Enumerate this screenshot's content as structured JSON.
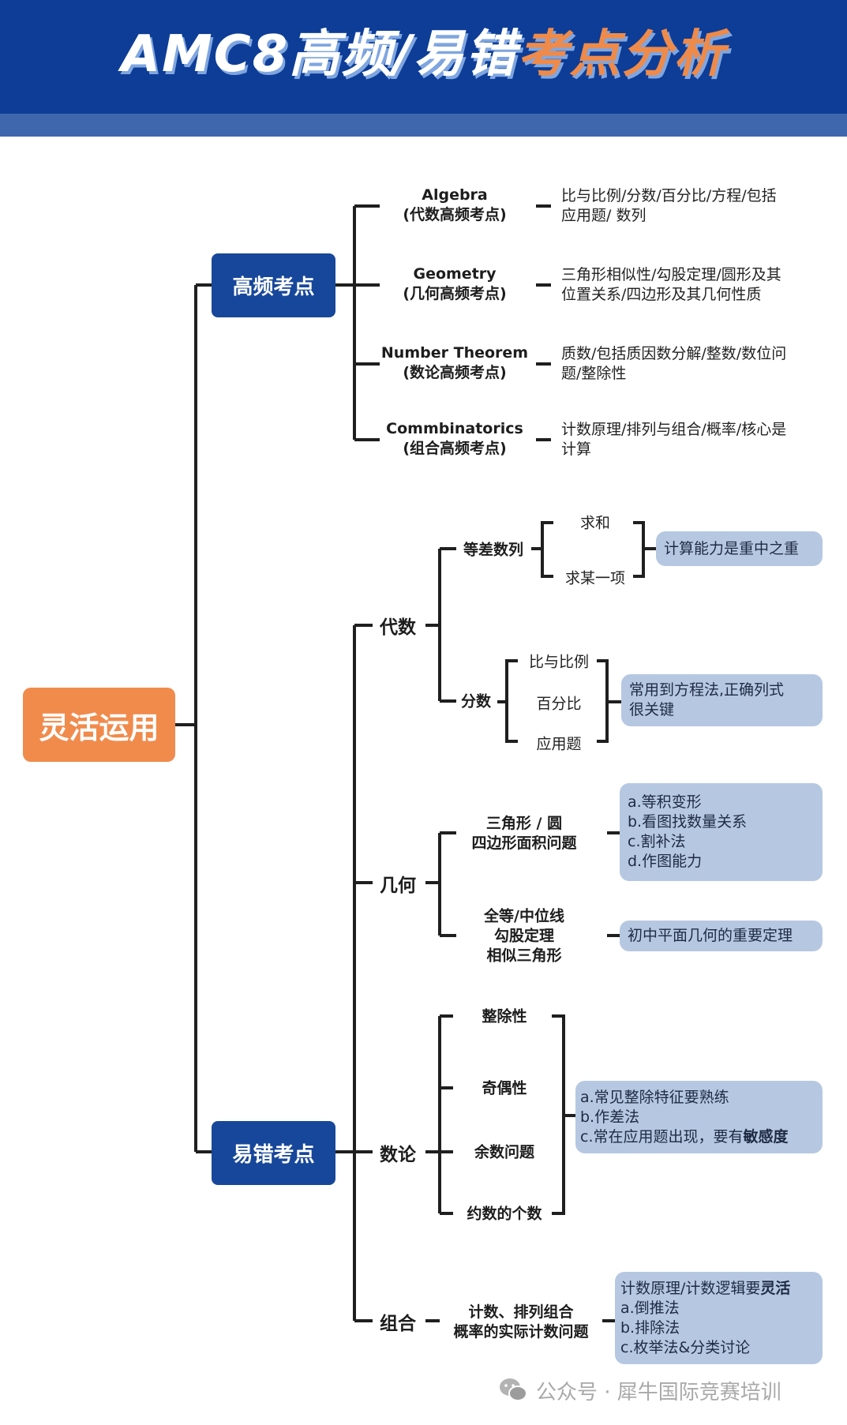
{
  "header": {
    "title_white": "AMC8高频/易错",
    "title_orange": "考点分析",
    "colors": {
      "background": "#0d3d96",
      "band": "#3e67ad",
      "accent": "#ee8a4a"
    }
  },
  "root": {
    "label": "灵活运用",
    "color": "#f08b4c"
  },
  "high_freq": {
    "label": "高频考点",
    "items": [
      {
        "en": "Algebra",
        "zh": "(代数高频考点)",
        "desc": [
          "比与比例/分数/百分比/方程/包括",
          "应用题/ 数列"
        ]
      },
      {
        "en": "Geometry",
        "zh": "(几何高频考点)",
        "desc": [
          "三角形相似性/勾股定理/圆形及其",
          "位置关系/四边形及其几何性质"
        ]
      },
      {
        "en": "Number Theorem",
        "zh": "(数论高频考点)",
        "desc": [
          "质数/包括质因数分解/整数/数位问",
          "题/整除性"
        ]
      },
      {
        "en": "Commbinatorics",
        "zh": "(组合高频考点)",
        "desc": [
          "计数原理/排列与组合/概率/核心是",
          "计算"
        ]
      }
    ]
  },
  "error_prone": {
    "label": "易错考点",
    "algebra": {
      "label": "代数",
      "arith": {
        "label": "等差数列",
        "items": [
          "求和",
          "求某一项"
        ],
        "note": "计算能力是重中之重"
      },
      "fraction": {
        "label": "分数",
        "items": [
          "比与比例",
          "百分比",
          "应用题"
        ],
        "note": [
          "常用到方程法,正确列式",
          "很关键"
        ]
      }
    },
    "geometry": {
      "label": "几何",
      "area": {
        "label": [
          "三角形 / 圆",
          "四边形面积问题"
        ],
        "note": [
          "a.等积变形",
          "b.看图找数量关系",
          "c.割补法",
          "d.作图能力"
        ]
      },
      "theorems": {
        "label": [
          "全等/中位线",
          "勾股定理",
          "相似三角形"
        ],
        "note": "初中平面几何的重要定理"
      }
    },
    "number_theory": {
      "label": "数论",
      "items": [
        "整除性",
        "奇偶性",
        "余数问题",
        "约数的个数"
      ],
      "note": {
        "a": "a.常见整除特征要熟练",
        "b": "b.作差法",
        "c_plain": "c.常在应用题出现，要有",
        "c_bold": "敏感度"
      }
    },
    "combinatorics": {
      "label": "组合",
      "topic": [
        "计数、排列组合",
        "概率的实际计数问题"
      ],
      "note": {
        "line1_plain": "计数原理/计数逻辑要",
        "line1_bold": "灵活",
        "items": [
          "a.倒推法",
          "b.排除法",
          "c.枚举法&分类讨论"
        ]
      }
    }
  },
  "watermark": {
    "icon": "wechat-icon",
    "text": "公众号 · 犀牛国际竞赛培训"
  },
  "note_color": "#b6c8e1",
  "category_color": "#17479a"
}
